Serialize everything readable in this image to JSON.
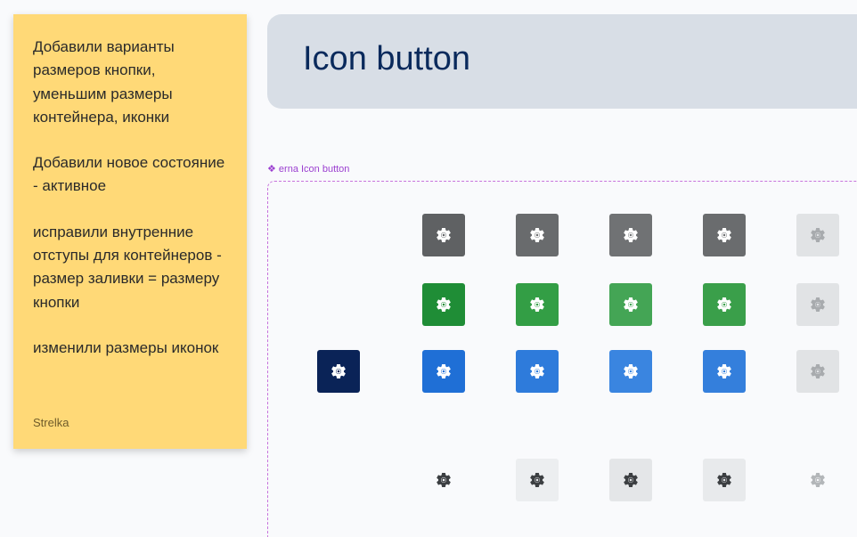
{
  "note": {
    "paragraphs": [
      "Добавили варианты размеров кнопки, уменьшим размеры контейнера, иконки",
      "Добавили новое состояние - активное",
      "исправили внутренние отступы для контейнеров - размер заливки = размеру кнопки",
      "изменили размеры иконок"
    ],
    "author": "Strelka"
  },
  "header": {
    "title": "Icon button"
  },
  "component": {
    "label": "❖ erna Icon button"
  },
  "grid": {
    "icon": "gear-icon",
    "rows": [
      {
        "name": "neutral",
        "buttons": [
          {
            "bg": "#5f6163",
            "fg": "#ffffff"
          },
          {
            "bg": "#696b6d",
            "fg": "#ffffff"
          },
          {
            "bg": "#707274",
            "fg": "#ffffff"
          },
          {
            "bg": "#6a6c6e",
            "fg": "#ffffff"
          },
          {
            "bg": "#e1e3e5",
            "fg": "#a8abae"
          }
        ]
      },
      {
        "name": "success",
        "buttons": [
          {
            "bg": "#1f8d36",
            "fg": "#ffffff"
          },
          {
            "bg": "#339e45",
            "fg": "#ffffff"
          },
          {
            "bg": "#44a555",
            "fg": "#ffffff"
          },
          {
            "bg": "#3a9f4a",
            "fg": "#ffffff"
          },
          {
            "bg": "#e1e3e5",
            "fg": "#a8abae"
          }
        ]
      },
      {
        "name": "primary",
        "active": {
          "bg": "#0a2357",
          "fg": "#ffffff"
        },
        "buttons": [
          {
            "bg": "#1f6fd6",
            "fg": "#ffffff"
          },
          {
            "bg": "#2e7bdb",
            "fg": "#ffffff"
          },
          {
            "bg": "#3a85e0",
            "fg": "#ffffff"
          },
          {
            "bg": "#347fdc",
            "fg": "#ffffff"
          },
          {
            "bg": "#e1e3e5",
            "fg": "#a8abae"
          }
        ]
      },
      {
        "name": "ghost",
        "buttons": [
          {
            "bg": "transparent",
            "fg": "#3c3f42"
          },
          {
            "bg": "#eceef0",
            "fg": "#3c3f42"
          },
          {
            "bg": "#e4e6e8",
            "fg": "#3c3f42"
          },
          {
            "bg": "#e8eaec",
            "fg": "#3c3f42"
          },
          {
            "bg": "transparent",
            "fg": "#b3b6b9"
          }
        ]
      }
    ]
  }
}
